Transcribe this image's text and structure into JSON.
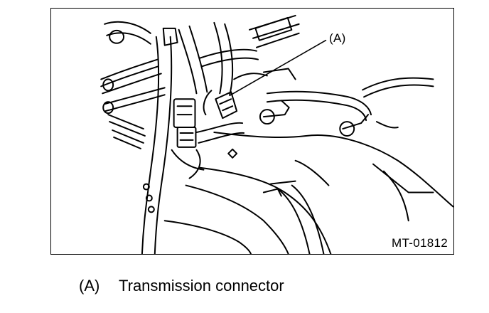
{
  "figure": {
    "callout_label": "(A)",
    "figure_code": "MT-01812"
  },
  "legend": {
    "items": [
      {
        "key": "(A)",
        "text": "Transmission connector"
      }
    ]
  }
}
